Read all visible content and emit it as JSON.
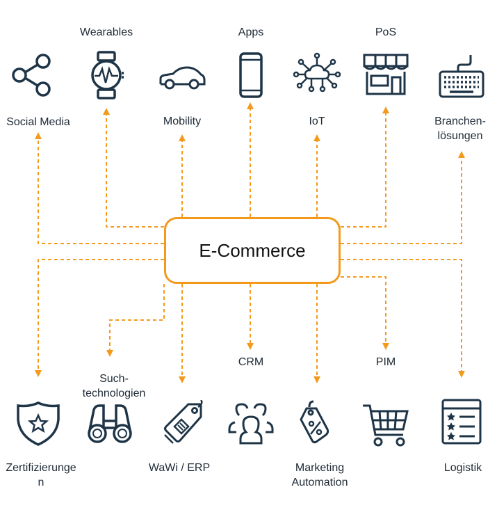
{
  "hub": {
    "label": "E-Commerce"
  },
  "top_labels": {
    "wearables": "Wearables",
    "apps": "Apps",
    "pos": "PoS",
    "social_media": "Social Media",
    "mobility": "Mobility",
    "iot": "IoT",
    "branchen": "Branchen-\nlösungen"
  },
  "bottom_labels": {
    "crm": "CRM",
    "pim": "PIM",
    "suchtech": "Such-\ntechnologien",
    "zertifizierungen": "Zertifizierunge\nn",
    "wawi": "WaWi / ERP",
    "marketing": "Marketing\nAutomation",
    "logistik": "Logistik"
  },
  "colors": {
    "accent": "#f39a1c",
    "icon": "#1e3447",
    "text": "#1e2a36"
  },
  "icons": [
    "share-icon",
    "smartwatch-icon",
    "car-icon",
    "smartphone-icon",
    "iot-cloud-icon",
    "store-icon",
    "keyboard-icon",
    "shield-star-icon",
    "binoculars-icon",
    "price-tag-icon",
    "people-group-icon",
    "percent-tag-icon",
    "shopping-cart-icon",
    "checklist-icon"
  ]
}
